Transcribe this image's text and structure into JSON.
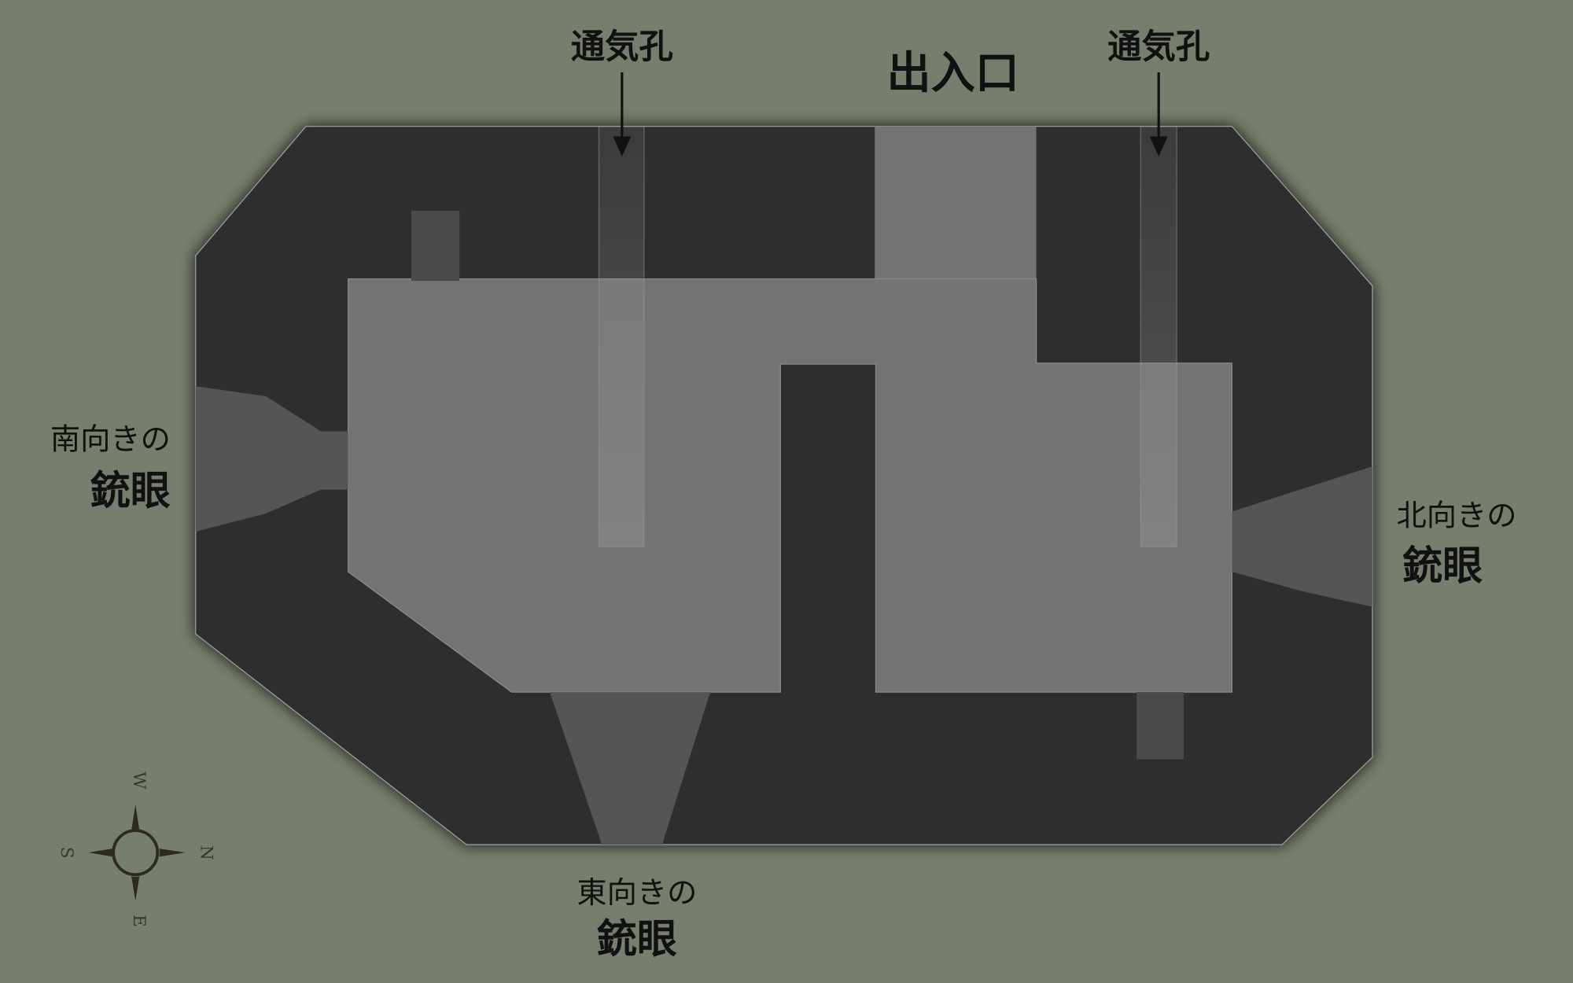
{
  "labels": {
    "vent_left": "通気孔",
    "vent_right": "通気孔",
    "entrance": "出入口",
    "south_line1": "南向きの",
    "south_line2": "銃眼",
    "north_line1": "北向きの",
    "north_line2": "銃眼",
    "east_line1": "東向きの",
    "east_line2": "銃眼"
  },
  "compass": {
    "top": "W",
    "right": "N",
    "left": "S",
    "bottom": "E"
  },
  "colors": {
    "background": "#767f6d",
    "wall": "#2e2e2e",
    "floor": "#737373",
    "embrasure": "#555555",
    "text": "#111111"
  }
}
